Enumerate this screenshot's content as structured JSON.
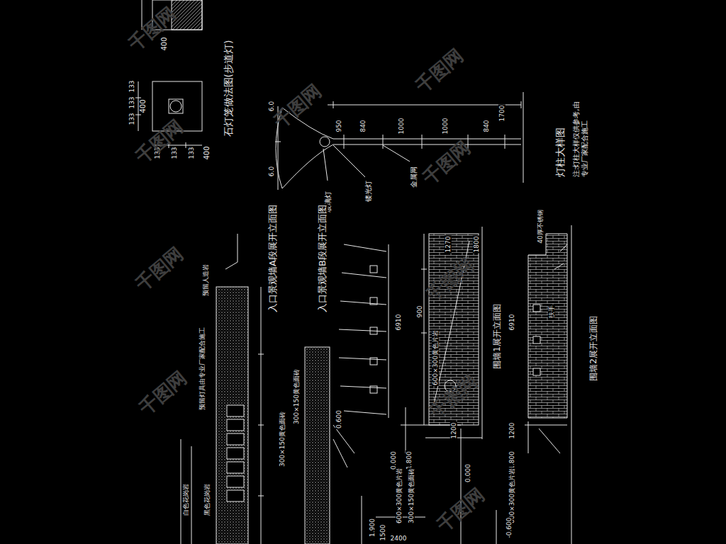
{
  "diagram": {
    "labels": [
      "石灯笼做法图(步道灯)",
      "400",
      "400",
      "133",
      "133",
      "133",
      "133",
      "133",
      "133",
      "400",
      "6.0",
      "6.0",
      "950",
      "840",
      "1000",
      "1000",
      "840",
      "1700",
      "玻璃灯",
      "镂光灯",
      "金属网",
      "灯柱大样图",
      "注:灯柱大样仅供参考,由专业厂家配合施工",
      "入口景观墙A段展开立面图",
      "入口景观墙B段展开立面图",
      "围墙1展开立面图",
      "围墙2展开立面图",
      "40厚不锈钢",
      "扶手",
      "1800",
      "1270",
      "6910",
      "6910",
      "900",
      "600×300黄色片岩",
      "0.000",
      "1.800",
      "0.600",
      "0.000",
      "1.800",
      "1200",
      "1200",
      "600×300黄色片岩",
      "300×150黄色面砖",
      "600×300黄色片岩",
      "300×150黄色面砖",
      "300×150黄色面砖",
      "黑色花岗岩",
      "白色花岗岩",
      "1.900",
      "1500",
      "-0.600",
      "2400",
      "预留人造岩",
      "预留灯具由专业厂家配合施工",
      "千图网",
      "千图网",
      "千图网",
      "千图网",
      "千图网",
      "千图网",
      "千图网",
      "千图网",
      "千图网",
      "千图网"
    ]
  }
}
